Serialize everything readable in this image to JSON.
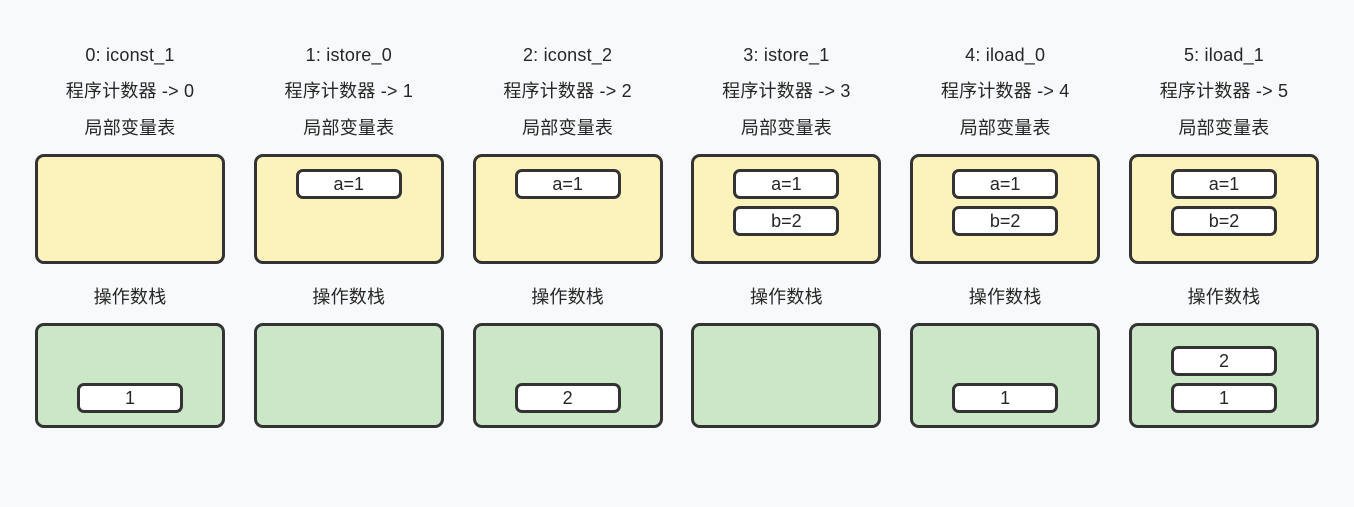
{
  "diagram": {
    "title_hidden": "",
    "labels": {
      "local_variable_table": "局部变量表",
      "operand_stack": "操作数栈"
    },
    "colors": {
      "background": "#f8f9fa",
      "local_variable_table_fill": "#fbf3bb",
      "operand_stack_fill": "#cbe7c8",
      "slot_fill": "#ffffff",
      "border": "#333333",
      "text": "#262626"
    },
    "steps": [
      {
        "instruction": "0: iconst_1",
        "program_counter": "程序计数器 -> 0",
        "lvt_label": "局部变量表",
        "locals": [],
        "stack_label": "操作数栈",
        "stack": [
          "1"
        ]
      },
      {
        "instruction": "1: istore_0",
        "program_counter": "程序计数器 -> 1",
        "lvt_label": "局部变量表",
        "locals": [
          "a=1"
        ],
        "stack_label": "操作数栈",
        "stack": []
      },
      {
        "instruction": "2: iconst_2",
        "program_counter": "程序计数器 -> 2",
        "lvt_label": "局部变量表",
        "locals": [
          "a=1"
        ],
        "stack_label": "操作数栈",
        "stack": [
          "2"
        ]
      },
      {
        "instruction": "3: istore_1",
        "program_counter": "程序计数器 -> 3",
        "lvt_label": "局部变量表",
        "locals": [
          "a=1",
          "b=2"
        ],
        "stack_label": "操作数栈",
        "stack": []
      },
      {
        "instruction": "4: iload_0",
        "program_counter": "程序计数器 -> 4",
        "lvt_label": "局部变量表",
        "locals": [
          "a=1",
          "b=2"
        ],
        "stack_label": "操作数栈",
        "stack": [
          "1"
        ]
      },
      {
        "instruction": "5: iload_1",
        "program_counter": "程序计数器 -> 5",
        "lvt_label": "局部变量表",
        "locals": [
          "a=1",
          "b=2"
        ],
        "stack_label": "操作数栈",
        "stack": [
          "2",
          "1"
        ]
      }
    ]
  }
}
